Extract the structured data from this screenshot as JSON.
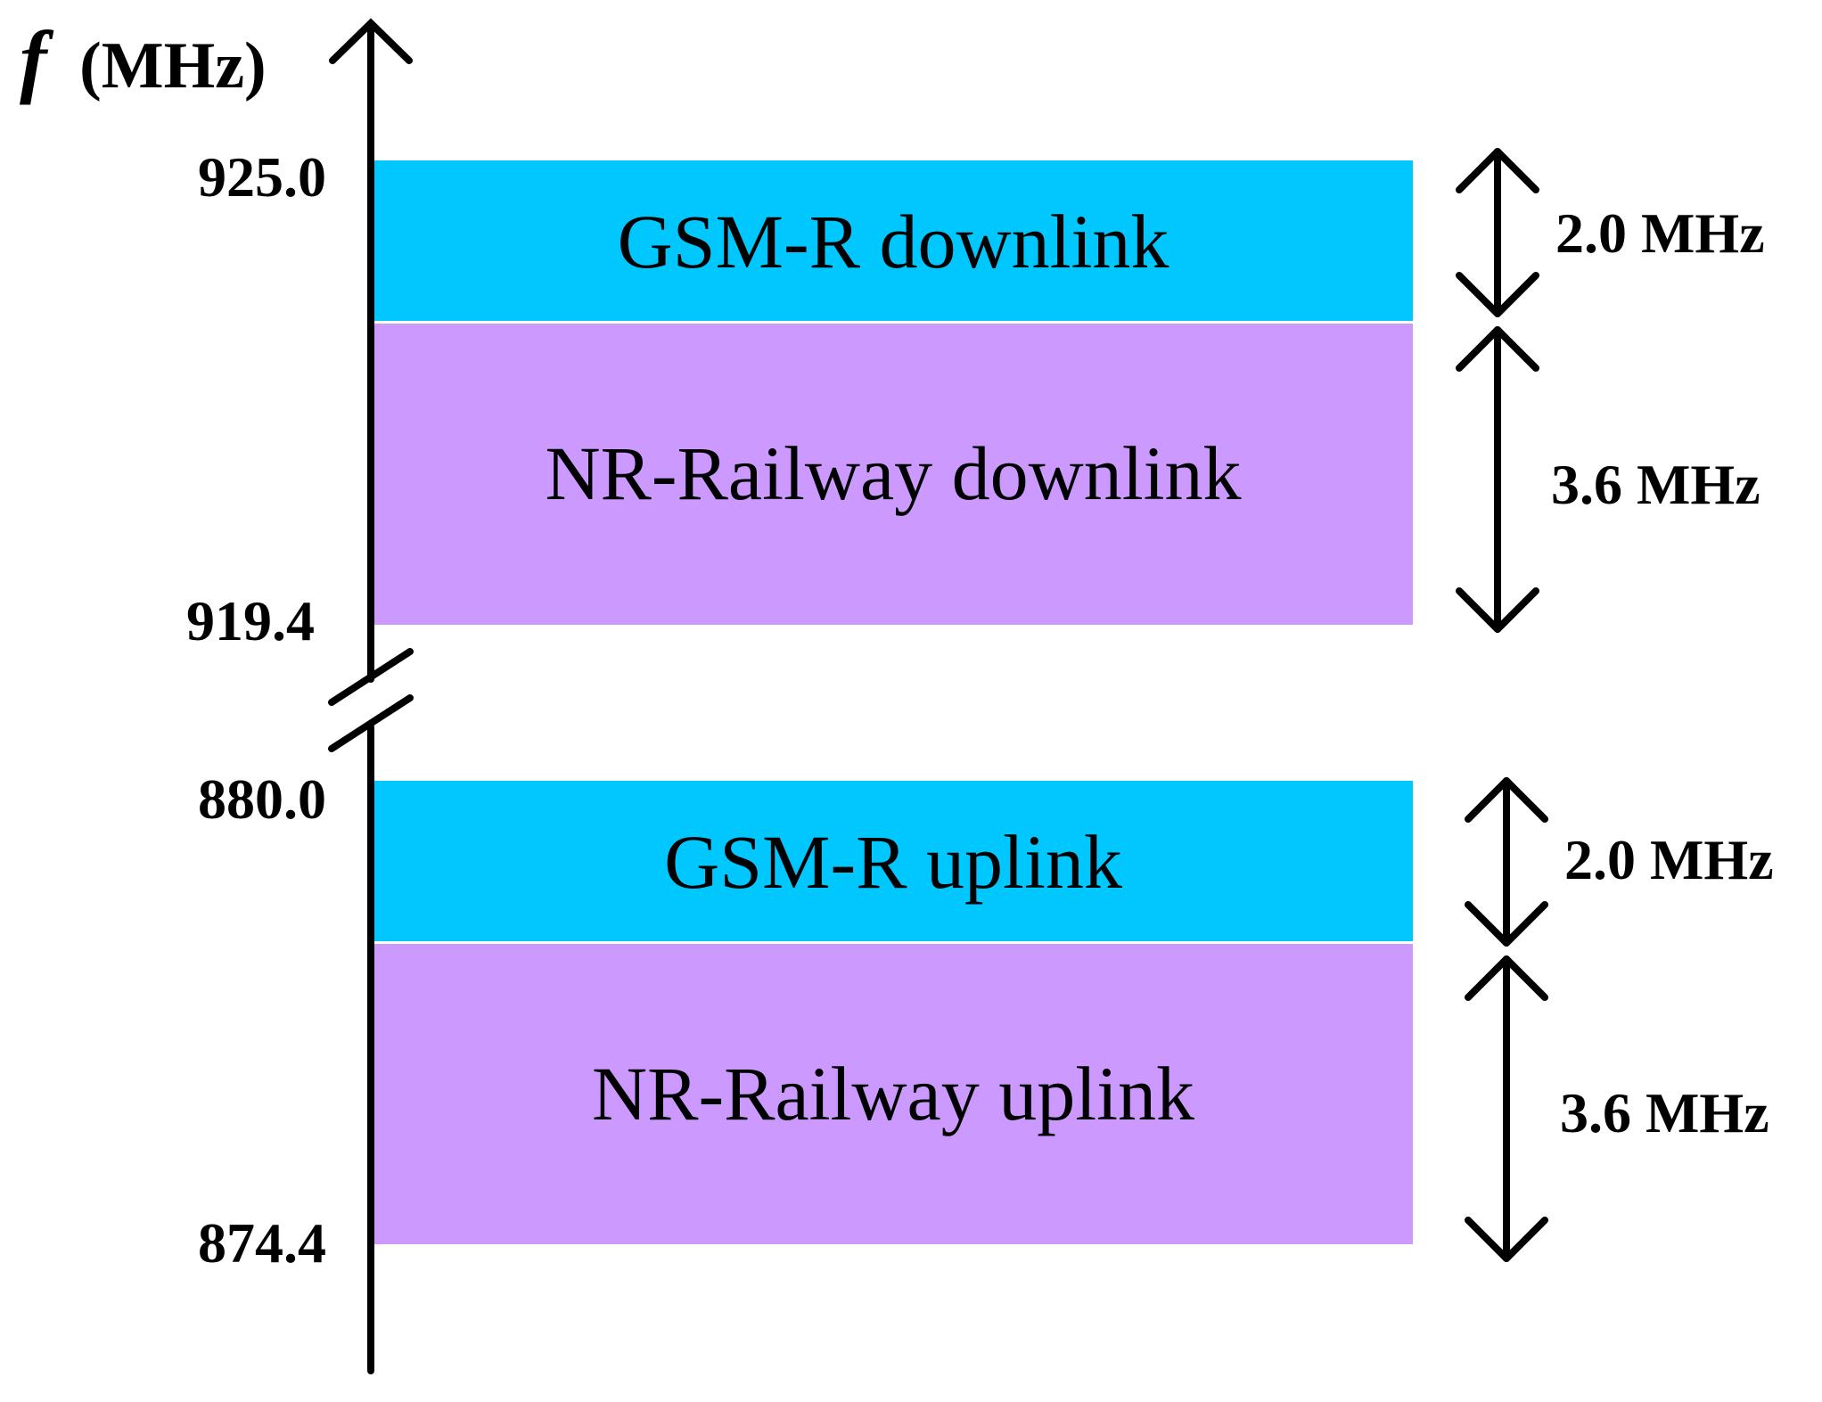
{
  "axis": {
    "symbol": "f",
    "unit": "(MHz)"
  },
  "bands": [
    {
      "label": "GSM-R downlink",
      "color": "#00C8FF",
      "bandwidth": "2.0 MHz"
    },
    {
      "label": "NR-Railway downlink",
      "color": "#CC99FF",
      "bandwidth": "3.6 MHz"
    },
    {
      "label": "GSM-R uplink",
      "color": "#00C8FF",
      "bandwidth": "2.0 MHz"
    },
    {
      "label": "NR-Railway uplink",
      "color": "#CC99FF",
      "bandwidth": "3.6 MHz"
    }
  ],
  "ticks": [
    "925.0",
    "919.4",
    "880.0",
    "874.4"
  ],
  "colors": {
    "gsm_r": "#00C8FF",
    "nr_railway": "#CC99FF",
    "line": "#000000"
  }
}
